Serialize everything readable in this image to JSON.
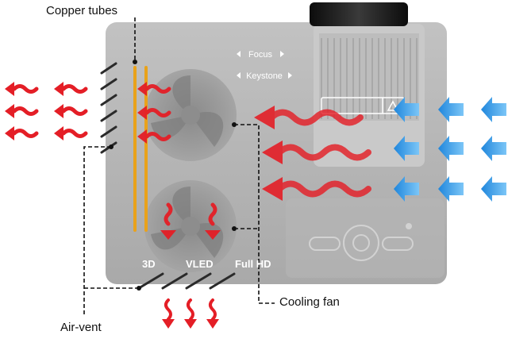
{
  "callouts": {
    "copper_tubes": "Copper tubes",
    "cooling_fan": "Cooling fan",
    "air_vent": "Air-vent"
  },
  "device": {
    "buttons": {
      "focus": "Focus",
      "keystone": "Keystone"
    },
    "features": {
      "three_d": "3D",
      "vled": "VLED",
      "full_hd": "Full HD"
    }
  },
  "icons": {
    "cold_air": "blue-arrow-icon",
    "hot_air": "red-wavy-arrow-icon",
    "exhaust": "red-down-arrow-icon"
  },
  "colors": {
    "hot_air": "#e41e26",
    "cold_air": "#2f9be6",
    "copper": "#e9a21a",
    "projector_body": "#b3b3b3",
    "lens": "#1f1f1f"
  }
}
